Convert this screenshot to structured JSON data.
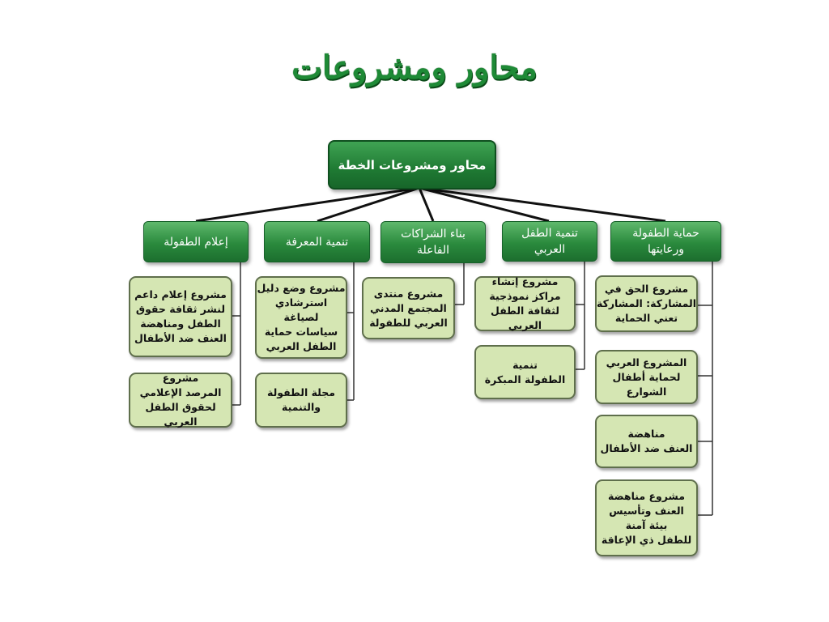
{
  "slide": {
    "title": "محاور ومشروعات"
  },
  "root": {
    "label": "محاور ومشروعات  الخطة"
  },
  "axes": [
    {
      "label": "حماية الطفولة\nورعايتها",
      "projects": [
        "مشروع الحق في\nالمشاركة: المشاركة\nتعني الحماية",
        "المشروع العربي\nلحماية أطفال\nالشوارع",
        "مناهضة\nالعنف ضد الأطفال",
        "مشروع مناهضة\nالعنف وتأسيس\nبيئة آمنة\nللطفل ذي الإعاقة"
      ]
    },
    {
      "label": "تنمية الطفل\nالعربي",
      "projects": [
        "مشروع إنشاء\nمراكز نموذجية\nلثقافة الطفل العربي",
        "تنمية\nالطفولة المبكرة"
      ]
    },
    {
      "label": "بناء الشراكات\nالفاعلة",
      "projects": [
        "مشروع منتدى\nالمجتمع المدني\nالعربي للطفولة"
      ]
    },
    {
      "label": "تنمية المعرفة",
      "projects": [
        "مشروع وضع دليل\nاسترشادي لصياغة\nسياسات حماية\nالطفل العربي",
        "مجلة الطفولة\nوالتنمية"
      ]
    },
    {
      "label": "إعلام الطفولة",
      "projects": [
        "مشروع إعلام داعم\nلنشر ثقافة حقوق\nالطفل ومناهضة\nالعنف ضد الأطفال",
        "مشروع\nالمرصد الإعلامي\nلحقوق الطفل العربي"
      ]
    }
  ]
}
